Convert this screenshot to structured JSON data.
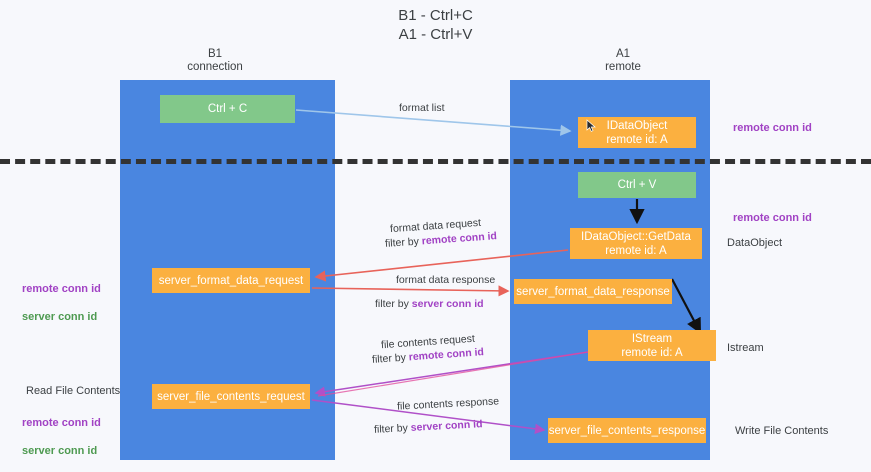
{
  "diagram": {
    "title": "B1 - Ctrl+C\nA1 - Ctrl+V",
    "columns": [
      {
        "id": "b1",
        "label": "B1\nconnection"
      },
      {
        "id": "a1",
        "label": "A1\nremote"
      }
    ],
    "colors": {
      "lane": "#4a86e0",
      "box_green": "#82c88a",
      "box_orange": "#fbb040",
      "accent_purple": "#a142c4",
      "accent_green": "#4e9a51",
      "arrow_blue": "#9fc6ea",
      "arrow_red": "#e8635a",
      "arrow_pink": "#e24a9a",
      "arrow_violet": "#b050c8",
      "arrow_black": "#111111",
      "divider": "#333333"
    },
    "boxes": [
      {
        "id": "ctrl_c",
        "label": "Ctrl + C",
        "kind": "green",
        "lane": "b1"
      },
      {
        "id": "idataobject",
        "label": "IDataObject\nremote id: A",
        "kind": "orange",
        "lane": "a1"
      },
      {
        "id": "ctrl_v",
        "label": "Ctrl + V",
        "kind": "green",
        "lane": "a1"
      },
      {
        "id": "getdata",
        "label": "IDataObject::GetData\nremote id: A",
        "kind": "orange",
        "lane": "a1"
      },
      {
        "id": "server_format_data_request",
        "label": "server_format_data_request",
        "kind": "orange",
        "lane": "b1"
      },
      {
        "id": "server_format_data_response",
        "label": "server_format_data_response",
        "kind": "orange",
        "lane": "a1"
      },
      {
        "id": "istream",
        "label": "IStream\nremote id: A",
        "kind": "orange",
        "lane": "a1"
      },
      {
        "id": "server_file_contents_request",
        "label": "server_file_contents_request",
        "kind": "orange",
        "lane": "b1"
      },
      {
        "id": "server_file_contents_response",
        "label": "server_file_contents_response",
        "kind": "orange",
        "lane": "a1"
      }
    ],
    "edge_labels": [
      {
        "id": "format_list",
        "text": "format list"
      },
      {
        "id": "format_data_request",
        "text": "format data request"
      },
      {
        "id": "format_data_request_filter",
        "prefix": "filter by ",
        "highlight": "remote conn id"
      },
      {
        "id": "format_data_response",
        "text": "format data response"
      },
      {
        "id": "format_data_response_filter",
        "prefix": "filter by ",
        "highlight": "server conn id"
      },
      {
        "id": "file_contents_request",
        "text": "file contents request"
      },
      {
        "id": "file_contents_request_filter",
        "prefix": "filter by ",
        "highlight": "remote conn id"
      },
      {
        "id": "file_contents_response",
        "text": "file contents response"
      },
      {
        "id": "file_contents_response_filter",
        "prefix": "filter by ",
        "highlight": "server conn id"
      }
    ],
    "annotations": {
      "remote_conn_id_top": "remote conn id",
      "remote_conn_id_mid": "remote conn id",
      "dataobject": "DataObject",
      "istream": "Istream",
      "write_file_contents": "Write File Contents",
      "read_file_contents": "Read File Contents",
      "remote_conn_id_left_mid": "remote conn id",
      "server_conn_id_left_mid": "server conn id",
      "remote_conn_id_left_low": "remote conn id",
      "server_conn_id_left_low": "server conn id"
    }
  }
}
